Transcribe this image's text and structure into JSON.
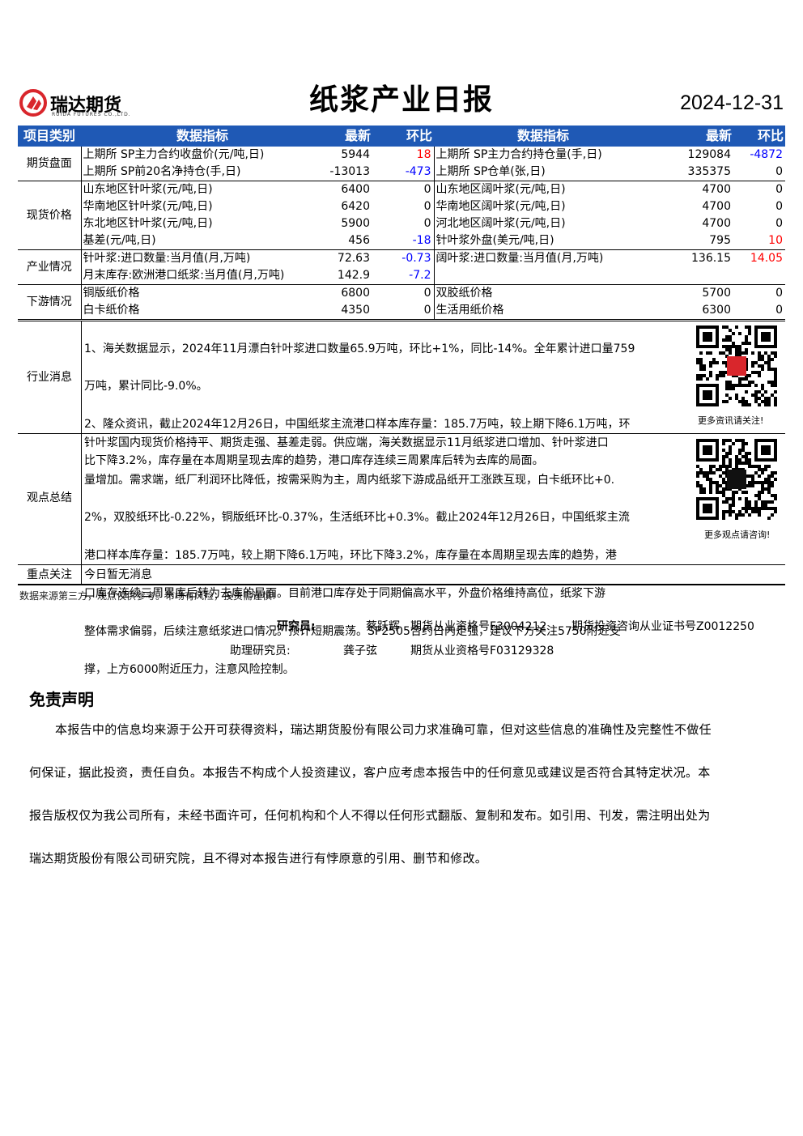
{
  "header": {
    "logo_cn": "瑞达期货",
    "logo_en": "RUIDA FUTURES CO.,LTD.",
    "title": "纸浆产业日报",
    "date": "2024-12-31"
  },
  "table_headers": {
    "category": "项目类别",
    "indicator": "数据指标",
    "latest": "最新",
    "change": "环比"
  },
  "groups": [
    {
      "label": "期货盘面",
      "rows": [
        {
          "l_name": "上期所 SP主力合约收盘价(元/吨,日)",
          "l_val": "5944",
          "l_chg": "18",
          "l_color": "#ff0000",
          "r_name": "上期所 SP主力合约持仓量(手,日)",
          "r_val": "129084",
          "r_chg": "-4872",
          "r_color": "#0000ff"
        },
        {
          "l_name": "上期所 SP前20名净持仓(手,日)",
          "l_val": "-13013",
          "l_chg": "-473",
          "l_color": "#0000ff",
          "r_name": "上期所 SP仓单(张,日)",
          "r_val": "335375",
          "r_chg": "0",
          "r_color": "#000000"
        }
      ]
    },
    {
      "label": "现货价格",
      "rows": [
        {
          "l_name": "山东地区针叶浆(元/吨,日)",
          "l_val": "6400",
          "l_chg": "0",
          "l_color": "#000000",
          "r_name": "山东地区阔叶浆(元/吨,日)",
          "r_val": "4700",
          "r_chg": "0",
          "r_color": "#000000"
        },
        {
          "l_name": "华南地区针叶浆(元/吨,日)",
          "l_val": "6420",
          "l_chg": "0",
          "l_color": "#000000",
          "r_name": "华南地区阔叶浆(元/吨,日)",
          "r_val": "4700",
          "r_chg": "0",
          "r_color": "#000000"
        },
        {
          "l_name": "东北地区针叶浆(元/吨,日)",
          "l_val": "5900",
          "l_chg": "0",
          "l_color": "#000000",
          "r_name": "河北地区阔叶浆(元/吨,日)",
          "r_val": "4700",
          "r_chg": "0",
          "r_color": "#000000"
        },
        {
          "l_name": "基差(元/吨,日)",
          "l_val": "456",
          "l_chg": "-18",
          "l_color": "#0000ff",
          "r_name": "针叶浆外盘(美元/吨,日)",
          "r_val": "795",
          "r_chg": "10",
          "r_color": "#ff0000"
        }
      ]
    },
    {
      "label": "产业情况",
      "rows": [
        {
          "l_name": "针叶浆:进口数量:当月值(月,万吨)",
          "l_val": "72.63",
          "l_chg": "-0.73",
          "l_color": "#0000ff",
          "r_name": "阔叶浆:进口数量:当月值(月,万吨)",
          "r_val": "136.15",
          "r_chg": "14.05",
          "r_color": "#ff0000"
        },
        {
          "l_name": "月末库存:欧洲港口纸浆:当月值(月,万吨)",
          "l_val": "142.9",
          "l_chg": "-7.2",
          "l_color": "#0000ff",
          "r_name": "",
          "r_val": "",
          "r_chg": "",
          "r_color": "#000000"
        }
      ]
    },
    {
      "label": "下游情况",
      "rows": [
        {
          "l_name": "铜版纸价格",
          "l_val": "6800",
          "l_chg": "0",
          "l_color": "#000000",
          "r_name": "双胶纸价格",
          "r_val": "5700",
          "r_chg": "0",
          "r_color": "#000000"
        },
        {
          "l_name": "白卡纸价格",
          "l_val": "4350",
          "l_chg": "0",
          "l_color": "#000000",
          "r_name": "生活用纸价格",
          "r_val": "6300",
          "r_chg": "0",
          "r_color": "#000000"
        }
      ]
    }
  ],
  "news": {
    "label": "行业消息",
    "lines": [
      "1、海关数据显示，2024年11月漂白针叶浆进口数量65.9万吨，环比+1%，同比-14%。全年累计进口量759",
      "万吨，累计同比-9.0%。",
      "2、隆众资讯，截止2024年12月26日，中国纸浆主流港口样本库存量：185.7万吨，较上期下降6.1万吨，环"
    ],
    "overflow": [
      "比下降3.2%，库存量在本周期呈现去库的趋势，港口库存连续三周累库后转为去库的局面。"
    ],
    "qr_caption": "更多资讯请关注!",
    "qr_badge": "瑞达期货"
  },
  "opinion": {
    "label": "观点总结",
    "lines": [
      "针叶浆国内现货价格持平、期货走强、基差走弱。供应端，海关数据显示11月纸浆进口增加、针叶浆进口",
      "量增加。需求端，纸厂利润环比降低，按需采购为主，周内纸浆下游成品纸开工涨跌互现，白卡纸环比+0.",
      "2%，双胶纸环比-0.22%，铜版纸环比-0.37%，生活纸环比+0.3%。截止2024年12月26日，中国纸浆主流",
      "港口样本库存量：185.7万吨，较上期下降6.1万吨，环比下降3.2%，库存量在本周期呈现去库的趋势，港"
    ],
    "overflow": [
      "口库存连续三周累库后转为去库的局面。目前港口库存处于同期偏高水平，外盘价格维持高位，纸浆下游",
      "整体需求偏弱，后续注意纸浆进口情况。预计短期震荡。SP2505合约日内走强，建议下方关注5750附近支",
      "撑，上方6000附近压力，注意风险控制。"
    ],
    "qr_caption": "更多观点请咨询!"
  },
  "focus": {
    "label": "重点关注",
    "text": "今日暂无消息"
  },
  "source_note": "数据来源第三方，观点仅供参考。市场有风险，投资需谨慎!",
  "researchers": {
    "r1_title": "研究员:",
    "r1_name": "蔡跃辉",
    "r1_qual": "期货从业资格号F3004212",
    "r1_cert": "期货投资咨询从业证书号Z0012250",
    "r2_title": "助理研究员:",
    "r2_name": "龚子弦",
    "r2_qual": "期货从业资格号F03129328"
  },
  "disclaimer": {
    "title": "免责声明",
    "lines": [
      "本报告中的信息均来源于公开可获得资料，瑞达期货股份有限公司力求准确可靠，但对这些信息的准确性及完整性不做任",
      "何保证，据此投资，责任自负。本报告不构成个人投资建议，客户应考虑本报告中的任何意见或建议是否符合其特定状况。本",
      "报告版权仅为我公司所有，未经书面许可，任何机构和个人不得以任何形式翻版、复制和发布。如引用、刊发，需注明出处为",
      "瑞达期货股份有限公司研究院，且不得对本报告进行有悖原意的引用、删节和修改。"
    ]
  },
  "colors": {
    "header_bg": "#1f59b5",
    "rise": "#ff0000",
    "fall": "#0000ff",
    "brand": "#d9262c"
  }
}
